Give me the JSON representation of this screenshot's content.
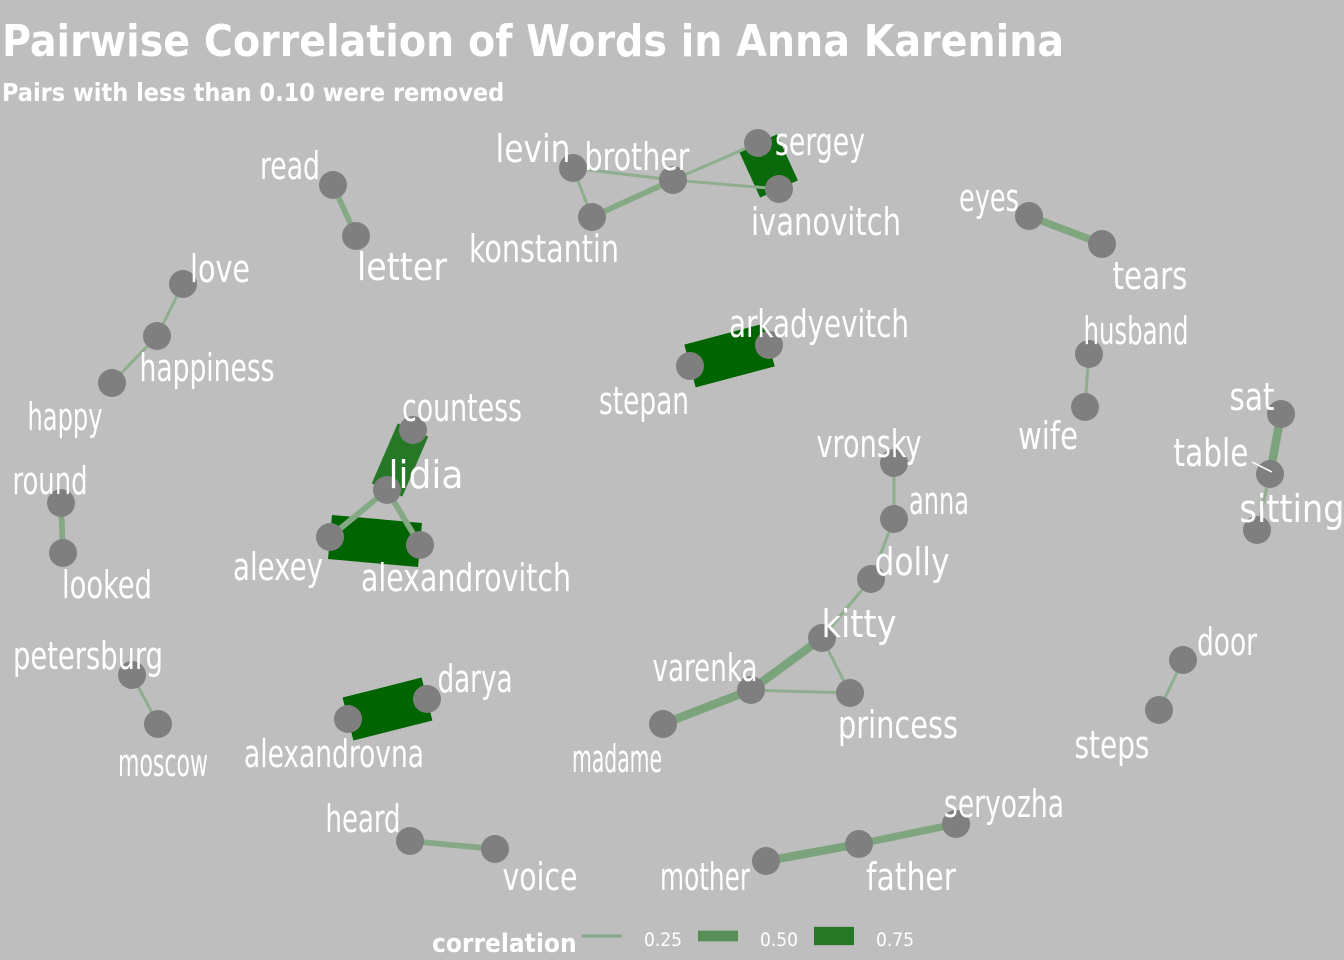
{
  "title": "Pairwise Correlation of Words in Anna Karenina",
  "subtitle": "Pairs with less than 0.10 were removed",
  "colors": {
    "background": "#bebebe",
    "node": "#7f7f7f",
    "label": "#ffffff",
    "edge_low": "#8fae8f",
    "edge_high": "#006400"
  },
  "legend": {
    "title": "correlation",
    "items": [
      {
        "label": "0.25",
        "value": 0.25
      },
      {
        "label": "0.50",
        "value": 0.5
      },
      {
        "label": "0.75",
        "value": 0.75
      }
    ]
  },
  "nodes": [
    {
      "id": "read",
      "label": "read"
    },
    {
      "id": "letter",
      "label": "letter"
    },
    {
      "id": "levin",
      "label": "levin"
    },
    {
      "id": "brother",
      "label": "brother"
    },
    {
      "id": "konstantin",
      "label": "konstantin"
    },
    {
      "id": "sergey",
      "label": "sergey"
    },
    {
      "id": "ivanovitch",
      "label": "ivanovitch"
    },
    {
      "id": "eyes",
      "label": "eyes"
    },
    {
      "id": "tears",
      "label": "tears"
    },
    {
      "id": "love",
      "label": "love"
    },
    {
      "id": "happiness",
      "label": "happiness"
    },
    {
      "id": "happy",
      "label": "happy"
    },
    {
      "id": "arkadyevitch",
      "label": "arkadyevitch"
    },
    {
      "id": "stepan",
      "label": "stepan"
    },
    {
      "id": "husband",
      "label": "husband"
    },
    {
      "id": "wife",
      "label": "wife"
    },
    {
      "id": "sat",
      "label": "sat"
    },
    {
      "id": "table",
      "label": "table"
    },
    {
      "id": "sitting",
      "label": "sitting"
    },
    {
      "id": "countess",
      "label": "countess"
    },
    {
      "id": "lidia",
      "label": "lidia"
    },
    {
      "id": "alexey",
      "label": "alexey"
    },
    {
      "id": "alexandrovitch",
      "label": "alexandrovitch"
    },
    {
      "id": "vronsky",
      "label": "vronsky"
    },
    {
      "id": "anna",
      "label": "anna"
    },
    {
      "id": "dolly",
      "label": "dolly"
    },
    {
      "id": "round",
      "label": "round"
    },
    {
      "id": "looked",
      "label": "looked"
    },
    {
      "id": "kitty",
      "label": "kitty"
    },
    {
      "id": "varenka",
      "label": "varenka"
    },
    {
      "id": "princess",
      "label": "princess"
    },
    {
      "id": "madame",
      "label": "madame"
    },
    {
      "id": "petersburg",
      "label": "petersburg"
    },
    {
      "id": "moscow",
      "label": "moscow"
    },
    {
      "id": "darya",
      "label": "darya"
    },
    {
      "id": "alexandrovna",
      "label": "alexandrovna"
    },
    {
      "id": "door",
      "label": "door"
    },
    {
      "id": "steps",
      "label": "steps"
    },
    {
      "id": "seryozha",
      "label": "seryozha"
    },
    {
      "id": "father",
      "label": "father"
    },
    {
      "id": "mother",
      "label": "mother"
    },
    {
      "id": "heard",
      "label": "heard"
    },
    {
      "id": "voice",
      "label": "voice"
    }
  ],
  "edges": [
    {
      "source": "read",
      "target": "letter",
      "correlation": 0.25
    },
    {
      "source": "levin",
      "target": "konstantin",
      "correlation": 0.2
    },
    {
      "source": "levin",
      "target": "brother",
      "correlation": 0.2
    },
    {
      "source": "konstantin",
      "target": "brother",
      "correlation": 0.25
    },
    {
      "source": "brother",
      "target": "sergey",
      "correlation": 0.2
    },
    {
      "source": "brother",
      "target": "ivanovitch",
      "correlation": 0.2
    },
    {
      "source": "sergey",
      "target": "ivanovitch",
      "correlation": 0.9
    },
    {
      "source": "eyes",
      "target": "tears",
      "correlation": 0.28
    },
    {
      "source": "love",
      "target": "happiness",
      "correlation": 0.2
    },
    {
      "source": "happiness",
      "target": "happy",
      "correlation": 0.2
    },
    {
      "source": "stepan",
      "target": "arkadyevitch",
      "correlation": 0.95
    },
    {
      "source": "husband",
      "target": "wife",
      "correlation": 0.2
    },
    {
      "source": "sat",
      "target": "table",
      "correlation": 0.3
    },
    {
      "source": "table",
      "target": "sitting",
      "correlation": 0.2
    },
    {
      "source": "countess",
      "target": "lidia",
      "correlation": 0.75
    },
    {
      "source": "lidia",
      "target": "alexey",
      "correlation": 0.25
    },
    {
      "source": "lidia",
      "target": "alexandrovitch",
      "correlation": 0.25
    },
    {
      "source": "alexey",
      "target": "alexandrovitch",
      "correlation": 0.95
    },
    {
      "source": "vronsky",
      "target": "anna",
      "correlation": 0.2
    },
    {
      "source": "anna",
      "target": "dolly",
      "correlation": 0.2
    },
    {
      "source": "dolly",
      "target": "kitty",
      "correlation": 0.2
    },
    {
      "source": "round",
      "target": "looked",
      "correlation": 0.25
    },
    {
      "source": "kitty",
      "target": "varenka",
      "correlation": 0.3
    },
    {
      "source": "kitty",
      "target": "princess",
      "correlation": 0.2
    },
    {
      "source": "varenka",
      "target": "princess",
      "correlation": 0.2
    },
    {
      "source": "varenka",
      "target": "madame",
      "correlation": 0.3
    },
    {
      "source": "petersburg",
      "target": "moscow",
      "correlation": 0.2
    },
    {
      "source": "alexandrovna",
      "target": "darya",
      "correlation": 0.95
    },
    {
      "source": "door",
      "target": "steps",
      "correlation": 0.2
    },
    {
      "source": "seryozha",
      "target": "father",
      "correlation": 0.28
    },
    {
      "source": "father",
      "target": "mother",
      "correlation": 0.3
    },
    {
      "source": "heard",
      "target": "voice",
      "correlation": 0.25
    }
  ]
}
